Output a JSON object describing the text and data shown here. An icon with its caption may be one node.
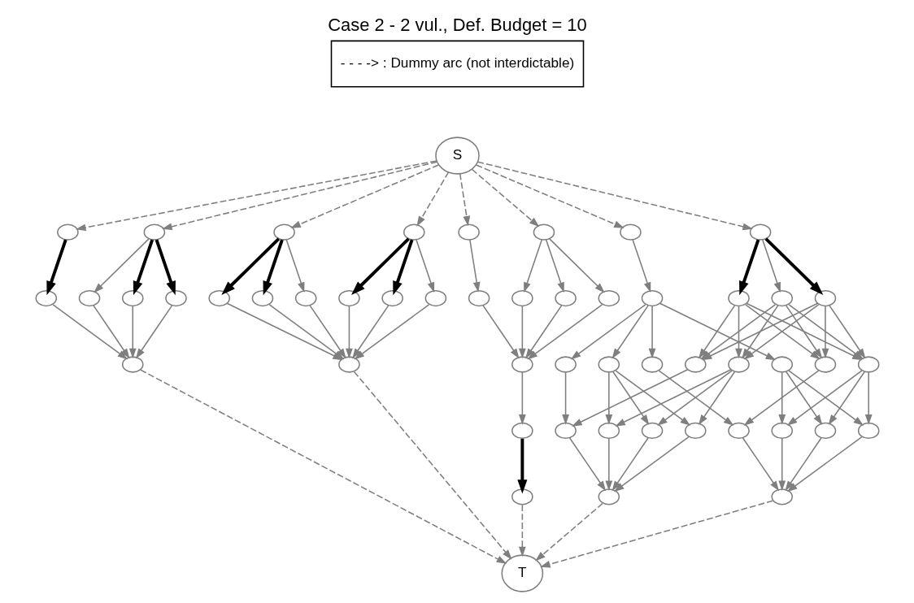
{
  "diagram": {
    "title": "Case 2 - 2 vul., Def. Budget = 10",
    "labels": [
      "- - - -> : Dummy arc (not interdictable)"
    ],
    "nodes": [
      {
        "text": [
          "S"
        ]
      },
      {
        "text": [],
        "shape": "circle"
      },
      {
        "text": [],
        "shape": "circle"
      },
      {
        "text": [],
        "shape": "circle"
      },
      {
        "text": [],
        "shape": "circle"
      },
      {
        "text": [],
        "shape": "circle"
      },
      {
        "text": [],
        "shape": "circle"
      },
      {
        "text": [],
        "shape": "circle"
      },
      {
        "text": [],
        "shape": "circle"
      },
      {
        "text": [],
        "shape": "circle"
      },
      {
        "text": [],
        "shape": "circle"
      },
      {
        "text": [],
        "shape": "circle"
      },
      {
        "text": [],
        "shape": "circle"
      },
      {
        "text": [],
        "shape": "circle"
      },
      {
        "text": [],
        "shape": "circle"
      },
      {
        "text": [],
        "shape": "circle"
      },
      {
        "text": [],
        "shape": "circle"
      },
      {
        "text": [],
        "shape": "circle"
      },
      {
        "text": [],
        "shape": "circle"
      },
      {
        "text": [],
        "shape": "circle"
      },
      {
        "text": [],
        "shape": "circle"
      },
      {
        "text": [],
        "shape": "circle"
      },
      {
        "text": [],
        "shape": "circle"
      },
      {
        "text": [],
        "shape": "circle"
      },
      {
        "text": [],
        "shape": "circle"
      },
      {
        "text": [],
        "shape": "circle"
      },
      {
        "text": [],
        "shape": "circle"
      },
      {
        "text": [],
        "shape": "circle"
      },
      {
        "text": [],
        "shape": "circle"
      },
      {
        "text": [],
        "shape": "circle"
      },
      {
        "text": [],
        "shape": "circle"
      },
      {
        "text": [],
        "shape": "circle"
      },
      {
        "text": [],
        "shape": "circle"
      },
      {
        "text": [],
        "shape": "circle"
      },
      {
        "text": [],
        "shape": "circle"
      },
      {
        "text": [],
        "shape": "circle"
      },
      {
        "text": [],
        "shape": "circle"
      },
      {
        "text": [],
        "shape": "circle"
      },
      {
        "text": [],
        "shape": "circle"
      },
      {
        "text": [],
        "shape": "circle"
      },
      {
        "text": [],
        "shape": "circle"
      },
      {
        "text": [],
        "shape": "circle"
      },
      {
        "text": [],
        "shape": "circle"
      },
      {
        "text": [],
        "shape": "circle"
      },
      {
        "text": [],
        "shape": "circle"
      },
      {
        "text": [],
        "shape": "circle"
      },
      {
        "text": [],
        "shape": "circle"
      },
      {
        "text": [],
        "shape": "circle"
      },
      {
        "text": [],
        "shape": "circle"
      },
      {
        "text": [],
        "shape": "circle"
      },
      {
        "text": [
          "T"
        ]
      }
    ],
    "edges": [
      {
        "from": 0,
        "to": 1,
        "arrow": "to",
        "style": "dashed"
      },
      {
        "from": 0,
        "to": 5,
        "arrow": "to",
        "style": "dashed"
      },
      {
        "from": 0,
        "to": 8,
        "arrow": "to",
        "style": "dashed"
      },
      {
        "from": 0,
        "to": 12,
        "arrow": "to",
        "style": "dashed"
      },
      {
        "from": 0,
        "to": 17,
        "arrow": "to",
        "style": "dashed"
      },
      {
        "from": 0,
        "to": 21,
        "arrow": "to",
        "style": "dashed"
      },
      {
        "from": 0,
        "to": 26,
        "arrow": "to",
        "style": "dashed"
      },
      {
        "from": 0,
        "to": 30,
        "arrow": "to",
        "style": "dashed"
      },
      {
        "from": 1,
        "to": 2,
        "arrow": "to",
        "style": "thick",
        "color": "#000000"
      },
      {
        "from": 1,
        "to": 3,
        "arrow": "to",
        "style": "thick",
        "color": "#000000"
      },
      {
        "from": 1,
        "to": 4,
        "arrow": "to"
      },
      {
        "from": 5,
        "to": 6,
        "arrow": "to",
        "style": "thick",
        "color": "#000000"
      },
      {
        "from": 2,
        "to": 7,
        "arrow": "to"
      },
      {
        "from": 3,
        "to": 7,
        "arrow": "to"
      },
      {
        "from": 4,
        "to": 7,
        "arrow": "to"
      },
      {
        "from": 6,
        "to": 7,
        "arrow": "to"
      },
      {
        "from": 8,
        "to": 9,
        "arrow": "to",
        "style": "thick",
        "color": "#000000"
      },
      {
        "from": 8,
        "to": 10,
        "arrow": "to",
        "style": "thick",
        "color": "#000000"
      },
      {
        "from": 8,
        "to": 11,
        "arrow": "to"
      },
      {
        "from": 12,
        "to": 13,
        "arrow": "to",
        "style": "thick",
        "color": "#000000"
      },
      {
        "from": 12,
        "to": 14,
        "arrow": "to",
        "style": "thick",
        "color": "#000000"
      },
      {
        "from": 12,
        "to": 15,
        "arrow": "to"
      },
      {
        "from": 9,
        "to": 16,
        "arrow": "to"
      },
      {
        "from": 10,
        "to": 16,
        "arrow": "to"
      },
      {
        "from": 11,
        "to": 16,
        "arrow": "to"
      },
      {
        "from": 13,
        "to": 16,
        "arrow": "to"
      },
      {
        "from": 14,
        "to": 16,
        "arrow": "to"
      },
      {
        "from": 15,
        "to": 16,
        "arrow": "to"
      },
      {
        "from": 17,
        "to": 18,
        "arrow": "to"
      },
      {
        "from": 17,
        "to": 19,
        "arrow": "to"
      },
      {
        "from": 17,
        "to": 20,
        "arrow": "to"
      },
      {
        "from": 21,
        "to": 22,
        "arrow": "to"
      },
      {
        "from": 18,
        "to": 23,
        "arrow": "to"
      },
      {
        "from": 19,
        "to": 23,
        "arrow": "to"
      },
      {
        "from": 20,
        "to": 23,
        "arrow": "to"
      },
      {
        "from": 22,
        "to": 23,
        "arrow": "to"
      },
      {
        "from": 23,
        "to": 24,
        "arrow": "to"
      },
      {
        "from": 24,
        "to": 25,
        "arrow": "to",
        "style": "thick",
        "color": "#000000"
      },
      {
        "from": 26,
        "to": 27,
        "arrow": "to",
        "style": "thick",
        "color": "#000000"
      },
      {
        "from": 26,
        "to": 28,
        "arrow": "to",
        "style": "thick",
        "color": "#000000"
      },
      {
        "from": 26,
        "to": 29,
        "arrow": "to"
      },
      {
        "from": 27,
        "to": 32,
        "arrow": "to"
      },
      {
        "from": 27,
        "to": 33,
        "arrow": "to"
      },
      {
        "from": 27,
        "to": 34,
        "arrow": "to"
      },
      {
        "from": 27,
        "to": 35,
        "arrow": "to"
      },
      {
        "from": 28,
        "to": 32,
        "arrow": "to"
      },
      {
        "from": 28,
        "to": 33,
        "arrow": "to"
      },
      {
        "from": 28,
        "to": 34,
        "arrow": "to"
      },
      {
        "from": 28,
        "to": 35,
        "arrow": "to"
      },
      {
        "from": 29,
        "to": 32,
        "arrow": "to"
      },
      {
        "from": 29,
        "to": 33,
        "arrow": "to"
      },
      {
        "from": 29,
        "to": 34,
        "arrow": "to"
      },
      {
        "from": 29,
        "to": 35,
        "arrow": "to"
      },
      {
        "from": 30,
        "to": 31,
        "arrow": "to"
      },
      {
        "from": 31,
        "to": 36,
        "arrow": "to"
      },
      {
        "from": 31,
        "to": 37,
        "arrow": "to"
      },
      {
        "from": 31,
        "to": 38,
        "arrow": "to"
      },
      {
        "from": 31,
        "to": 39,
        "arrow": "to"
      },
      {
        "from": 32,
        "to": 40,
        "arrow": "to"
      },
      {
        "from": 32,
        "to": 41,
        "arrow": "to"
      },
      {
        "from": 32,
        "to": 42,
        "arrow": "to"
      },
      {
        "from": 33,
        "to": 43,
        "arrow": "to"
      },
      {
        "from": 34,
        "to": 44,
        "arrow": "to"
      },
      {
        "from": 34,
        "to": 45,
        "arrow": "to"
      },
      {
        "from": 34,
        "to": 46,
        "arrow": "to"
      },
      {
        "from": 35,
        "to": 47,
        "arrow": "to"
      },
      {
        "from": 36,
        "to": 40,
        "arrow": "to"
      },
      {
        "from": 36,
        "to": 41,
        "arrow": "to"
      },
      {
        "from": 36,
        "to": 42,
        "arrow": "to"
      },
      {
        "from": 37,
        "to": 43,
        "arrow": "to"
      },
      {
        "from": 38,
        "to": 44,
        "arrow": "to"
      },
      {
        "from": 38,
        "to": 45,
        "arrow": "to"
      },
      {
        "from": 38,
        "to": 46,
        "arrow": "to"
      },
      {
        "from": 39,
        "to": 47,
        "arrow": "to"
      },
      {
        "from": 40,
        "to": 48,
        "arrow": "to"
      },
      {
        "from": 41,
        "to": 48,
        "arrow": "to"
      },
      {
        "from": 42,
        "to": 48,
        "arrow": "to"
      },
      {
        "from": 43,
        "to": 48,
        "arrow": "to"
      },
      {
        "from": 44,
        "to": 49,
        "arrow": "to"
      },
      {
        "from": 45,
        "to": 49,
        "arrow": "to"
      },
      {
        "from": 46,
        "to": 49,
        "arrow": "to"
      },
      {
        "from": 47,
        "to": 49,
        "arrow": "to"
      },
      {
        "from": 7,
        "to": 50,
        "arrow": "to",
        "style": "dashed"
      },
      {
        "from": 16,
        "to": 50,
        "arrow": "to",
        "style": "dashed"
      },
      {
        "from": 25,
        "to": 50,
        "arrow": "to",
        "style": "dashed"
      },
      {
        "from": 48,
        "to": 50,
        "arrow": "to",
        "style": "dashed"
      },
      {
        "from": 49,
        "to": 50,
        "arrow": "to",
        "style": "dashed"
      }
    ]
  }
}
